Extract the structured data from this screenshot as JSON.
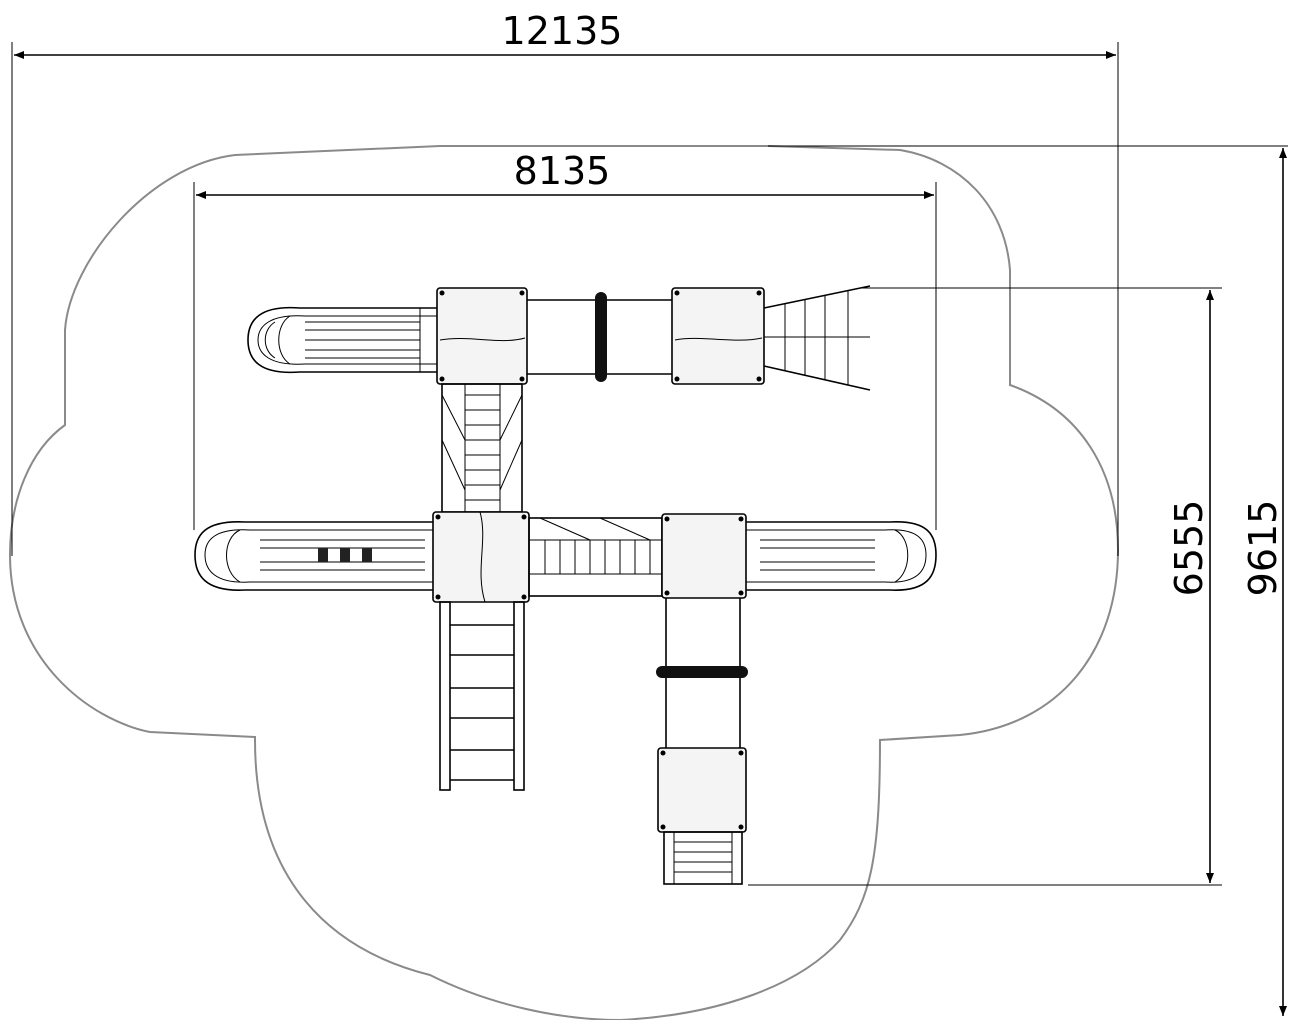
{
  "dimensions": {
    "overall_width": "12135",
    "structure_width": "8135",
    "structure_depth": "6555",
    "overall_depth": "9615"
  }
}
